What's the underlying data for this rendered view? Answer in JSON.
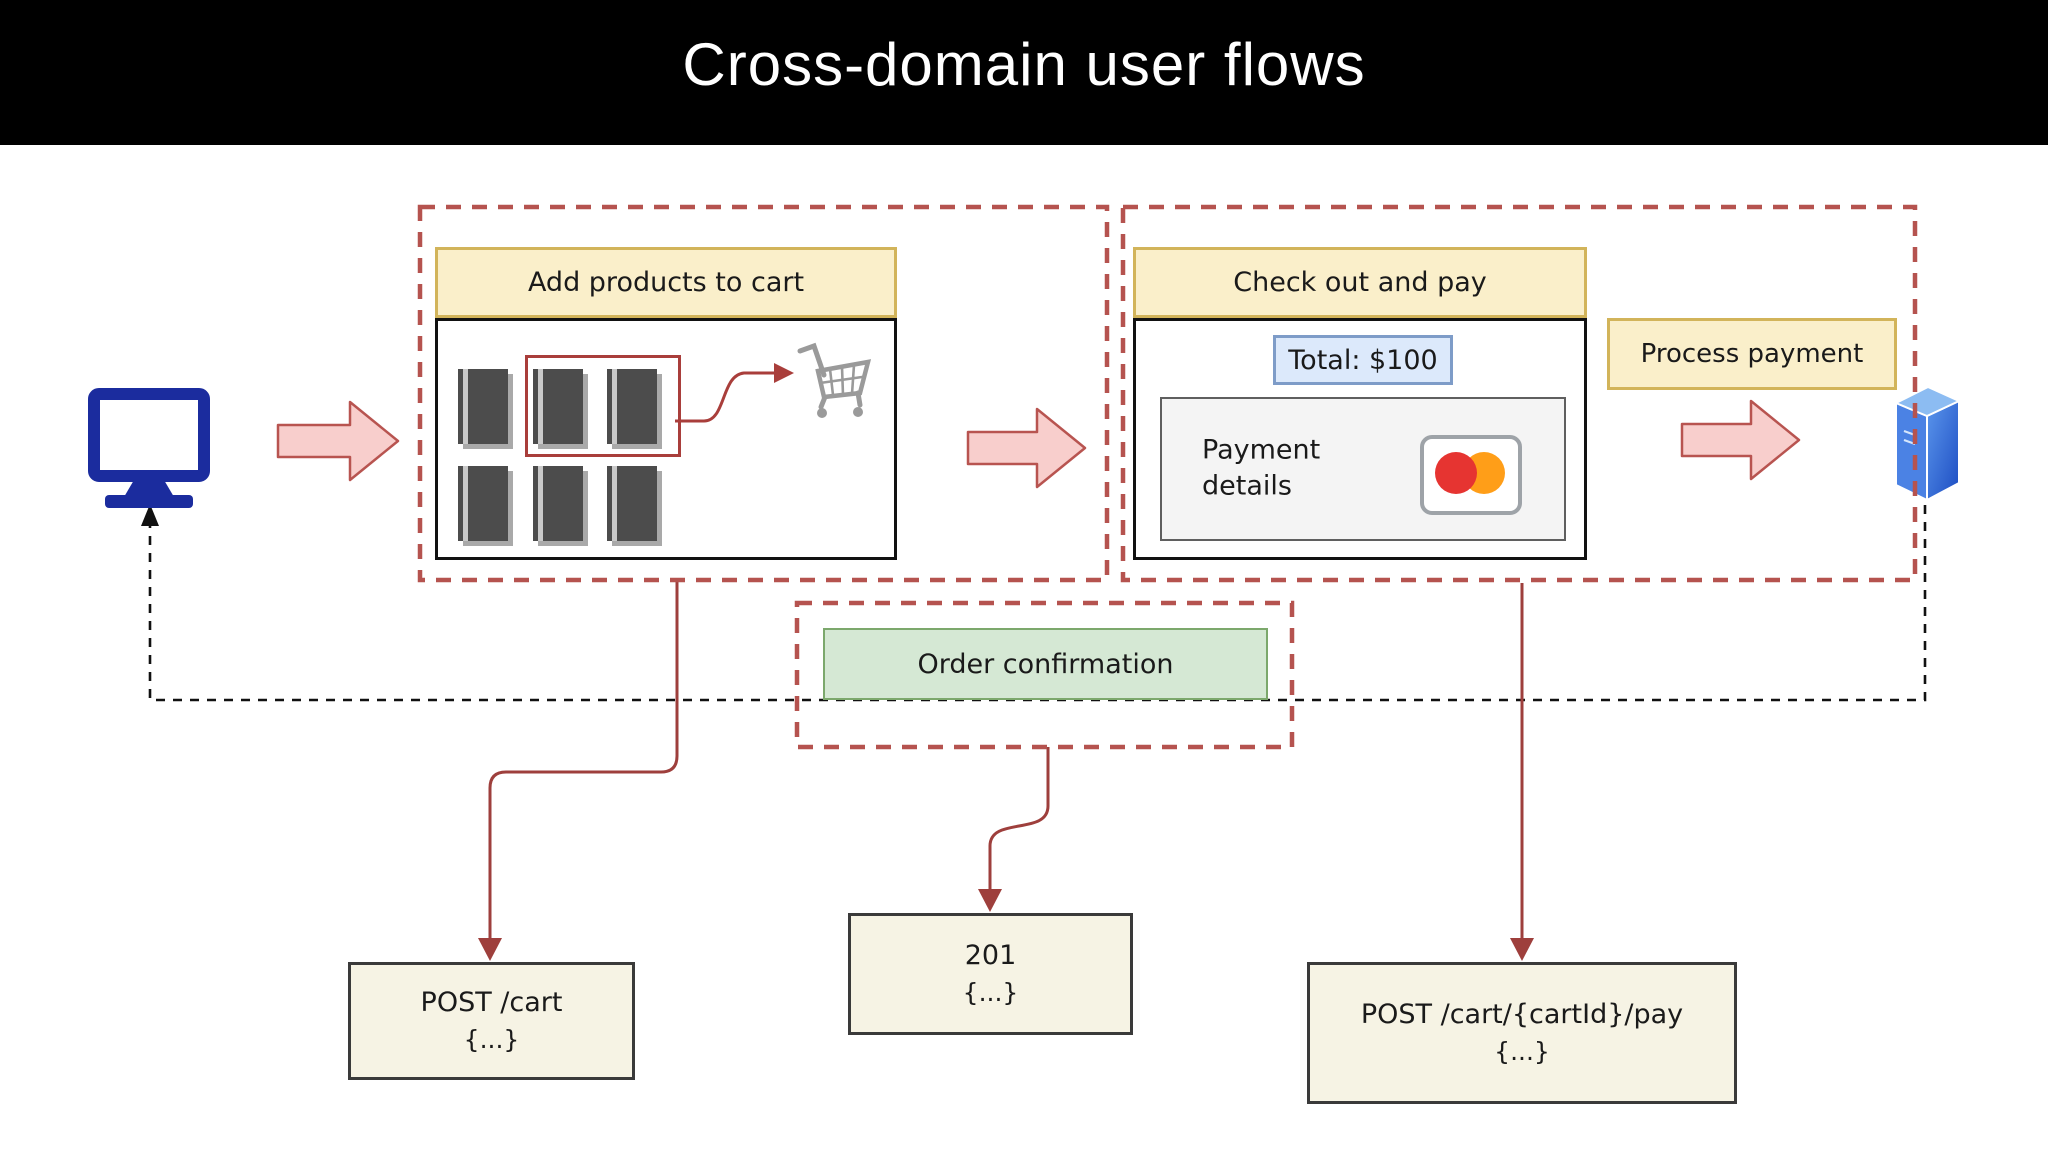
{
  "title": "Cross-domain user flows",
  "diagram": {
    "domains": {
      "cart_domain": {
        "header": "Add products to cart"
      },
      "checkout_domain": {
        "header": "Check out and pay",
        "total_badge": "Total: $100",
        "payment_panel_label": "Payment details",
        "process_payment_label": "Process payment"
      },
      "order_confirmation_label": "Order confirmation"
    },
    "requests": {
      "create_cart": {
        "method_path": "POST /cart",
        "body": "{...}"
      },
      "created_response": {
        "status": "201",
        "body": "{...}"
      },
      "pay_cart": {
        "method_path": "POST /cart/{cartId}/pay",
        "body": "{...}"
      }
    },
    "icons": [
      "monitor-icon",
      "book-icon",
      "shopping-cart-icon",
      "credit-card-icon",
      "server-icon",
      "block-arrow-right-icon"
    ],
    "colors": {
      "header_bg": "#000000",
      "title_text": "#FFFFFF",
      "domain_border_dashed": "#B5534F",
      "connector_red": "#9E3F3C",
      "client_loop_dashed": "#111111",
      "step_header_fill": "#FAEFCA",
      "step_header_border": "#D2B45A",
      "confirmation_fill": "#D5E8D4",
      "confirmation_border": "#7CA86C",
      "total_fill": "#DCE9FB",
      "total_border": "#7E9CC8",
      "payment_panel_fill": "#F4F4F4",
      "request_box_fill": "#F6F3E4",
      "pink_arrow_fill": "#F8CECC",
      "pink_arrow_border": "#B85450",
      "monitor_blue": "#1B2C9E",
      "book_gray": "#4C4C4C",
      "cart_gray": "#9A9A9A",
      "server_blue": "#2F63D4",
      "mastercard_red": "#E63431",
      "mastercard_orange": "#FF9E18"
    }
  }
}
